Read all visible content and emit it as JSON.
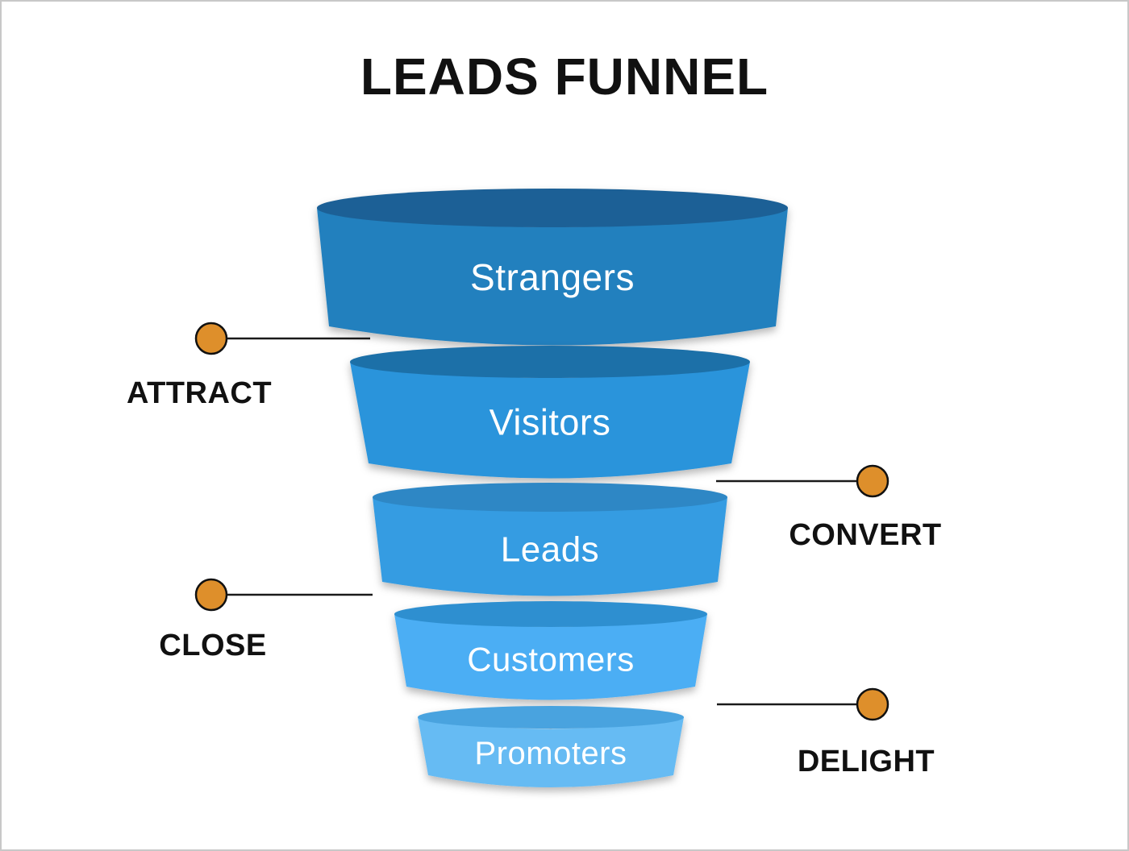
{
  "title": "LEADS FUNNEL",
  "funnel": {
    "stages": [
      {
        "label": "Strangers",
        "body_color": "#2380BE",
        "top_color": "#1C6196"
      },
      {
        "label": "Visitors",
        "body_color": "#2A94DB",
        "top_color": "#1F6FA8"
      },
      {
        "label": "Leads",
        "body_color": "#349CE2",
        "top_color": "#2D87C5"
      },
      {
        "label": "Customers",
        "body_color": "#4BAEF4",
        "top_color": "#2E8FD0"
      },
      {
        "label": "Promoters",
        "body_color": "#66BBF3",
        "top_color": "#49A3DF"
      }
    ]
  },
  "annotations": [
    {
      "label": "ATTRACT",
      "side": "left",
      "stage_boundary": "Strangers/Visitors"
    },
    {
      "label": "CONVERT",
      "side": "right",
      "stage_boundary": "Visitors/Leads"
    },
    {
      "label": "CLOSE",
      "side": "left",
      "stage_boundary": "Leads/Customers"
    },
    {
      "label": "DELIGHT",
      "side": "right",
      "stage_boundary": "Customers/Promoters"
    }
  ],
  "colors": {
    "marker_fill": "#DE8F2B",
    "marker_stroke": "#111111",
    "connector_line": "#1a1a1a",
    "stage_text": "#ffffff",
    "title_text": "#111111",
    "border": "#c8c8c8",
    "background": "#ffffff"
  }
}
